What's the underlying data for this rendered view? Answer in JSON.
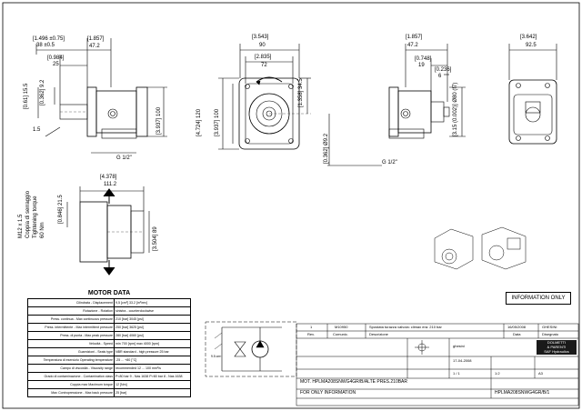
{
  "dims": {
    "top_left_1": "[1.496 ±0.75]",
    "top_left_1b": "38 ±0.5",
    "top_left_2": "[1.857]",
    "top_left_2b": "47.2",
    "top_left_3": "[0.984]",
    "top_left_3b": "25",
    "left_v1": "[0.61]",
    "left_v1b": "15.5",
    "left_v2": "[0.362]",
    "left_v2b": "9.2",
    "left_v3": "[3.937]",
    "left_v3b": "100",
    "left_15": "1.5",
    "left_g": "G 1/2\"",
    "front_w1": "[3.543]",
    "front_w1b": "90",
    "front_w2": "[2.835]",
    "front_w2b": "72",
    "front_h1": "[1.358]",
    "front_h1b": "34.5",
    "front_h2": "[4.724]",
    "front_h2b": "120",
    "front_h3": "[3.937]",
    "front_h3b": "100",
    "right_w1": "[1.857]",
    "right_w1b": "47.2",
    "right_w2": "[0.748]",
    "right_w2b": "19",
    "right_w3": "[0.236]",
    "right_w3b": "6",
    "right_h1": "[3.15 (0.002)]",
    "right_h1b": "Ø80 (f7)",
    "right_h2": "[0.362]",
    "right_h2b": "Ø9.2",
    "right_g": "G 1/2\"",
    "far_w": "[3.642]",
    "far_wb": "92.5",
    "bottom_w": "[4.378]",
    "bottom_wb": "111.2",
    "bottom_h1": "[0.846]",
    "bottom_h1b": "21.5",
    "bottom_h2": "[3.504]",
    "bottom_h2b": "89",
    "bottom_side_1": "M12 x 1.5",
    "bottom_side_2": "Coppia di serraggio",
    "bottom_side_3": "Tightening torque",
    "bottom_side_4": "60 Nm"
  },
  "motor_data": {
    "title": "MOTOR DATA",
    "rows": [
      {
        "label": "Cilindrata - Displacement",
        "value": "9,5 [cm³] 33.2 [in³/rev]"
      },
      {
        "label": "Rotazione - Rotation",
        "value": "sinistra - counterclockwise"
      },
      {
        "label": "Press. continua - Max continuous pressure",
        "value": "210 [bar] 3045 [psi]"
      },
      {
        "label": "Press. intermittente - Max intermittent pressure",
        "value": "250 [bar] 3625 [psi]"
      },
      {
        "label": "Press. di punta - Max peak pressure",
        "value": "280 [bar] 4060 [psi]"
      },
      {
        "label": "Velocità - Speed",
        "value": "min 700 [rpm] max 4000 [rpm]"
      },
      {
        "label": "Guarnizioni - Seals type",
        "value": "NBR standard - high pressure 25 bar"
      },
      {
        "label": "Temperatura di esercizio Operating temperature",
        "value": "-25 ... +80 [°C]"
      },
      {
        "label": "Campo di viscosità - Viscosity range",
        "value": "recommended 12 ... 100 mm²/s"
      },
      {
        "label": "Grado di contaminazione - Contamination class",
        "value": "P<80 bar  9 - Nas 1638  P>80 bar 8 - Nas 1638"
      },
      {
        "label": "Coppia max Maximum torque",
        "value": "12 [Nm]"
      },
      {
        "label": "Max Contropressione - Max back pressure",
        "value": "25 [bar]"
      }
    ]
  },
  "info_only": "INFORMATION ONLY",
  "schematic_label": "9.5 cm³",
  "title_block": {
    "rev_no": "1",
    "rev_code": "M10950",
    "rev_desc": "Spostata turazza valvola: climax era: 210 bar",
    "rev_date": "16/05/2008",
    "rev_by": "GHESINI",
    "h_rev": "Rev.",
    "h_comunic": "Comunic.",
    "h_descr": "Descrizione",
    "h_data": "Data",
    "h_disegnato": "Disegnato",
    "drawn_by": "ghesini",
    "date": "17-04-2008",
    "sheet": "1 / 1",
    "scale": "1:2",
    "format": "A3",
    "part_desc": "MOT. HPLMA208SNWG4GR/B/ALTE PRES.210BAR",
    "for_info": "FOR ONLY INFORMATION",
    "code": "HPLMA208SNWG4GR/B/1",
    "brand_line1": "DOLMETTI",
    "brand_line2": "& PARENTI",
    "brand_line3": "SAF Hydraulics"
  }
}
